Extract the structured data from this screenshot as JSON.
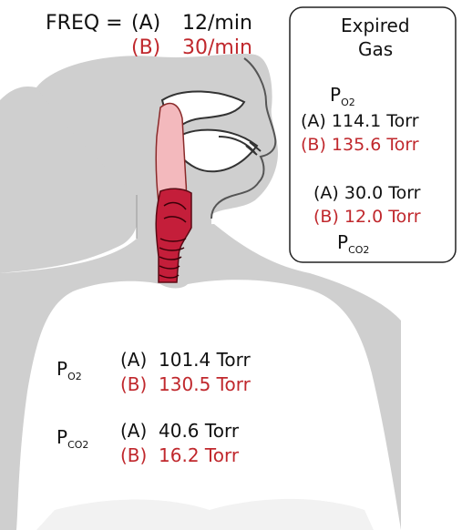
{
  "colors": {
    "condition_a": "#111111",
    "condition_b": "#c0282d",
    "body_fill": "#cfcfcf",
    "airway_fill": "#c41e3a"
  },
  "freq": {
    "label": "FREQ =",
    "a_tag": "(A)",
    "a_value": "12/min",
    "b_tag": "(B)",
    "b_value": "30/min"
  },
  "expired": {
    "title_line1": "Expired",
    "title_line2": "Gas",
    "po2_symbol": "P",
    "po2_sub": "O2",
    "po2_a": "(A) 114.1 Torr",
    "po2_b": "(B) 135.6 Torr",
    "pco2_a": "(A) 30.0 Torr",
    "pco2_b": "(B) 12.0 Torr",
    "pco2_symbol": "P",
    "pco2_sub": "CO2"
  },
  "alveolar": {
    "po2_symbol": "P",
    "po2_sub": "O2",
    "po2_a": "(A)  101.4 Torr",
    "po2_b": "(B)  130.5 Torr",
    "pco2_symbol": "P",
    "pco2_sub": "CO2",
    "pco2_a": "(A)  40.6 Torr",
    "pco2_b": "(B)  16.2 Torr"
  }
}
